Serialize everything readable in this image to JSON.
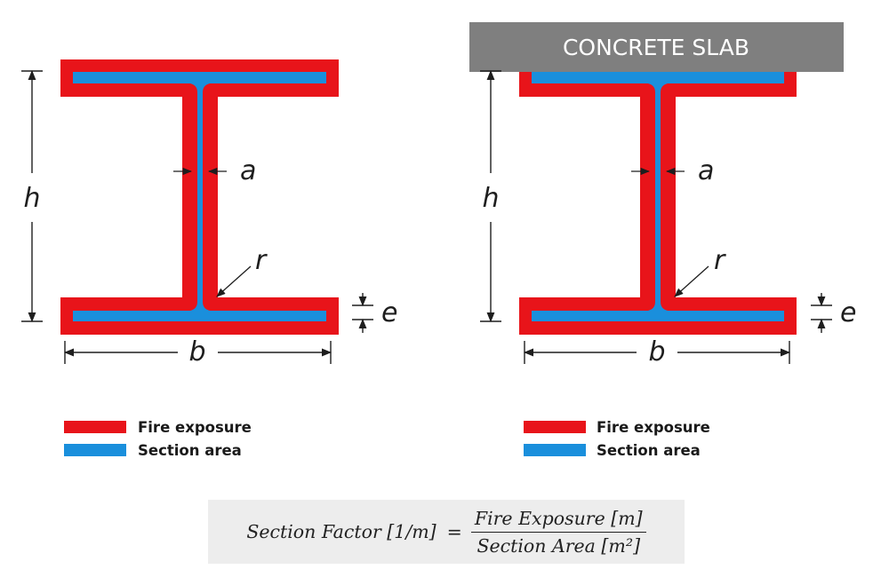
{
  "left_diagram": {
    "dimensions": {
      "height": "h",
      "width": "b",
      "web_thickness": "a",
      "root_radius": "r",
      "flange_thickness": "e"
    },
    "legend": [
      {
        "label": "Fire exposure",
        "color": "#e8141a"
      },
      {
        "label": "Section area",
        "color": "#1a8fdc"
      }
    ]
  },
  "right_diagram": {
    "slab_label": "CONCRETE SLAB",
    "dimensions": {
      "height": "h",
      "width": "b",
      "web_thickness": "a",
      "root_radius": "r",
      "flange_thickness": "e"
    },
    "legend": [
      {
        "label": "Fire exposure",
        "color": "#e8141a"
      },
      {
        "label": "Section area",
        "color": "#1a8fdc"
      }
    ]
  },
  "formula": {
    "lhs": "Section Factor [1/m]",
    "equals": "=",
    "numerator": "Fire Exposure [m]",
    "denominator": "Section Area [m²]"
  },
  "colors": {
    "fire_exposure": "#e8141a",
    "section_area": "#1a8fdc",
    "slab": "#7f7f7f",
    "formula_background": "#ededed"
  }
}
